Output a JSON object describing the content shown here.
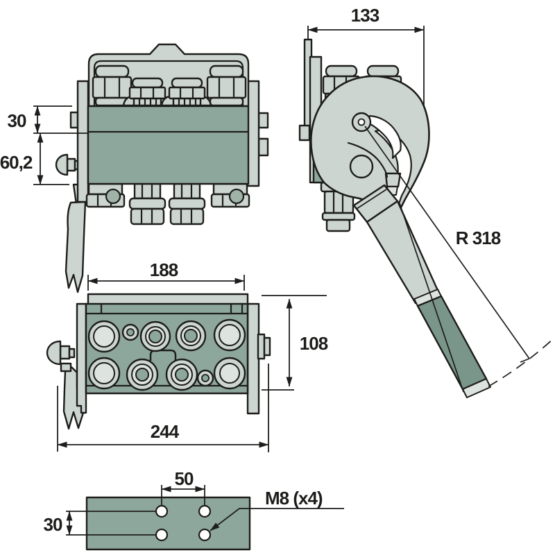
{
  "drawing": {
    "views": {
      "front": {
        "upper_height": "30",
        "lower_height": "60,2"
      },
      "side": {
        "width": "133",
        "lever_radius": "R 318"
      },
      "top": {
        "inner_width": "188",
        "depth": "108",
        "overall_width": "244"
      },
      "mounting_plate": {
        "hole_spacing_horizontal": "50",
        "hole_spacing_vertical": "30",
        "thread": "M8 (x4)"
      }
    }
  },
  "colors": {
    "outline": "#1d1d1b",
    "text": "#1d1d1b",
    "light": "#ccd5d0",
    "lighter": "#dde3df",
    "medium": "#8ea79c",
    "medium_light": "#9fb3a9",
    "grip": "#7a958a",
    "background": "#ffffff"
  }
}
